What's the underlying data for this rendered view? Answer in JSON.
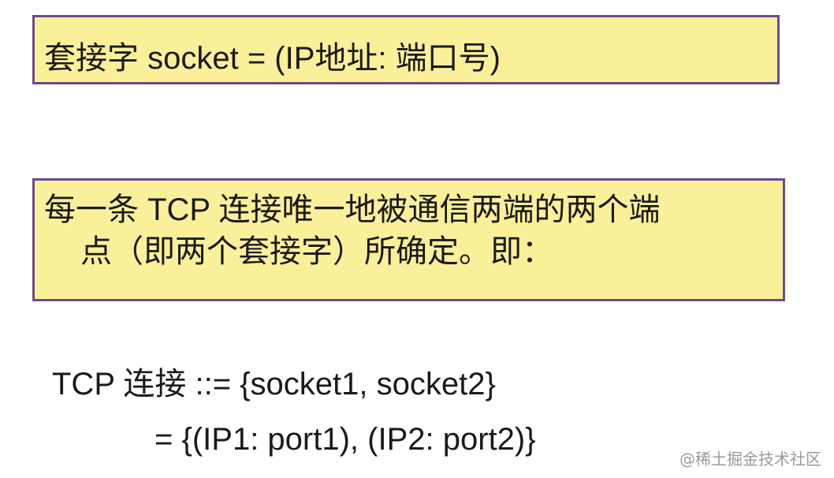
{
  "definition_box": {
    "text": "套接字 socket = (IP地址: 端口号)"
  },
  "uniqueness_box": {
    "line1": "每一条 TCP 连接唯一地被通信两端的两个端",
    "line2": "点（即两个套接字）所确定。即："
  },
  "formula": {
    "line1": "TCP 连接 ::= {socket1, socket2}",
    "line2": "= {(IP1: port1), (IP2: port2)}"
  },
  "watermark": {
    "text": "@稀土掘金技术社区"
  },
  "colors": {
    "box_fill": "#fbf09a",
    "box_border": "#6b4c8a"
  }
}
